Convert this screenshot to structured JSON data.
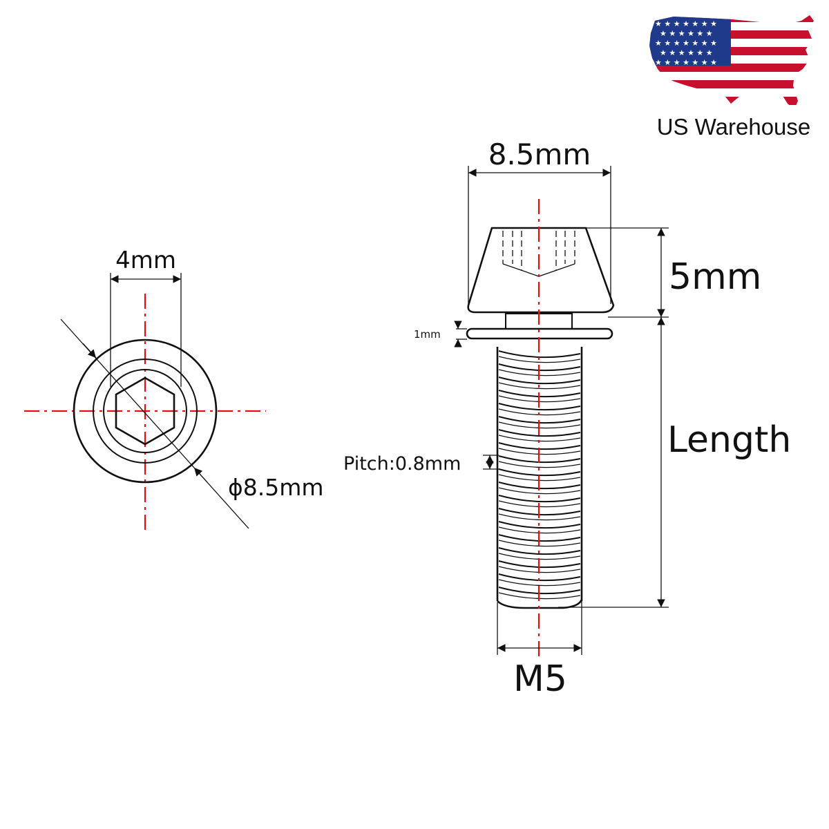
{
  "badge": {
    "text": "US Warehouse",
    "flag_red": "#c8102e",
    "flag_blue": "#1f3a8a",
    "flag_white": "#ffffff"
  },
  "top_view": {
    "hex_width": "4mm",
    "head_diameter": "ϕ8.5mm"
  },
  "side_view": {
    "head_width": "8.5mm",
    "head_height": "5mm",
    "washer_thickness": "1mm",
    "thread_pitch": "Pitch:0.8mm",
    "thread_length": "Length",
    "thread_size": "M5"
  },
  "colors": {
    "outline": "#111111",
    "centerline": "#e01010"
  }
}
